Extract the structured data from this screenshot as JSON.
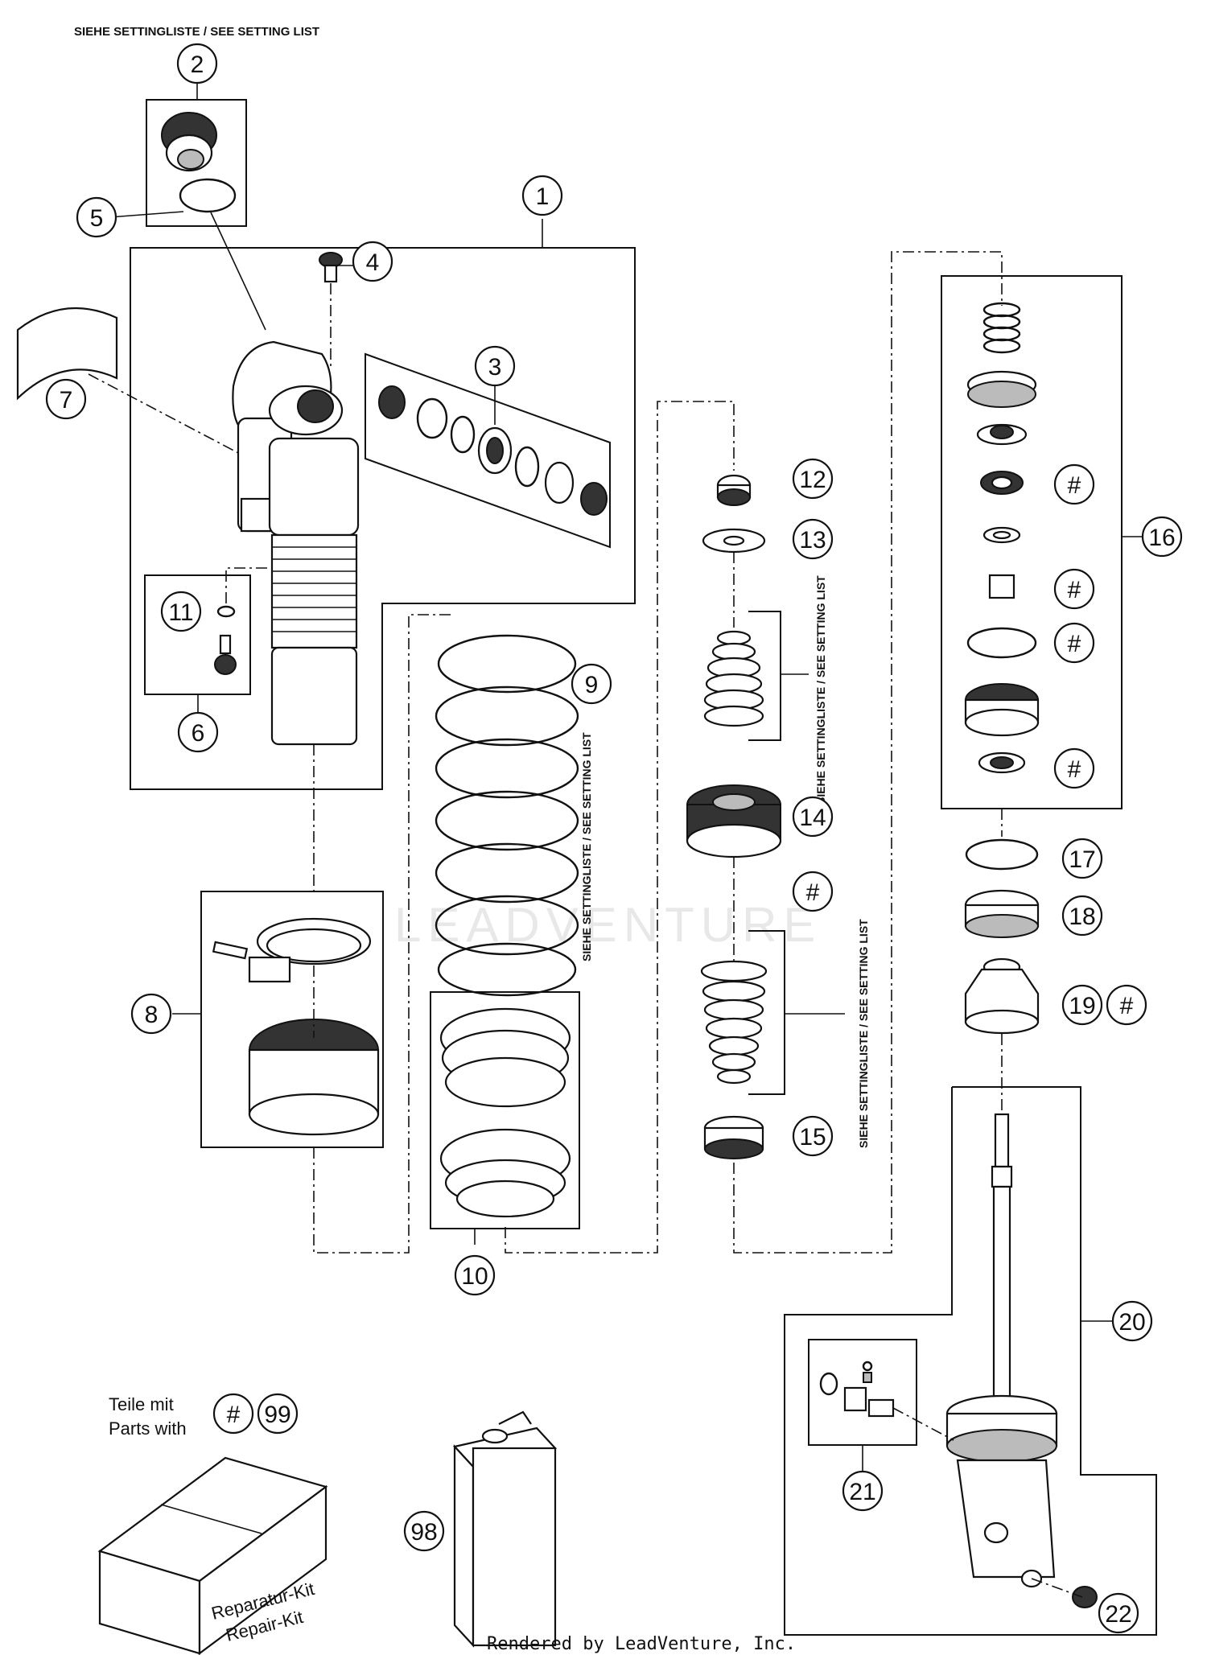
{
  "notes": {
    "top_setting": "SIEHE SETTINGLISTE / SEE SETTING LIST",
    "setting_spring": "SIEHE SETTINGLISTE / SEE SETTING LIST",
    "setting_shims_upper": "SIEHE SETTINGLISTE / SEE SETTING LIST",
    "setting_shims_lower": "SIEHE SETTINGLISTE / SEE SETTING LIST"
  },
  "callouts": {
    "c1": "1",
    "c2": "2",
    "c3": "3",
    "c4": "4",
    "c5": "5",
    "c6": "6",
    "c7": "7",
    "c8": "8",
    "c9": "9",
    "c10": "10",
    "c11": "11",
    "c12": "12",
    "c13": "13",
    "c14": "14",
    "c15": "15",
    "c16": "16",
    "c17": "17",
    "c18": "18",
    "c19": "19",
    "c20": "20",
    "c21": "21",
    "c22": "22",
    "c98": "98",
    "c99": "99",
    "hash": "#"
  },
  "legend": {
    "line1": "Teile mit",
    "line2": "Parts with"
  },
  "kit": {
    "line1": "Reparatur-Kit",
    "line2": "Repair-Kit"
  },
  "watermark": "LEADVENTURE",
  "footer": "Rendered by LeadVenture, Inc."
}
